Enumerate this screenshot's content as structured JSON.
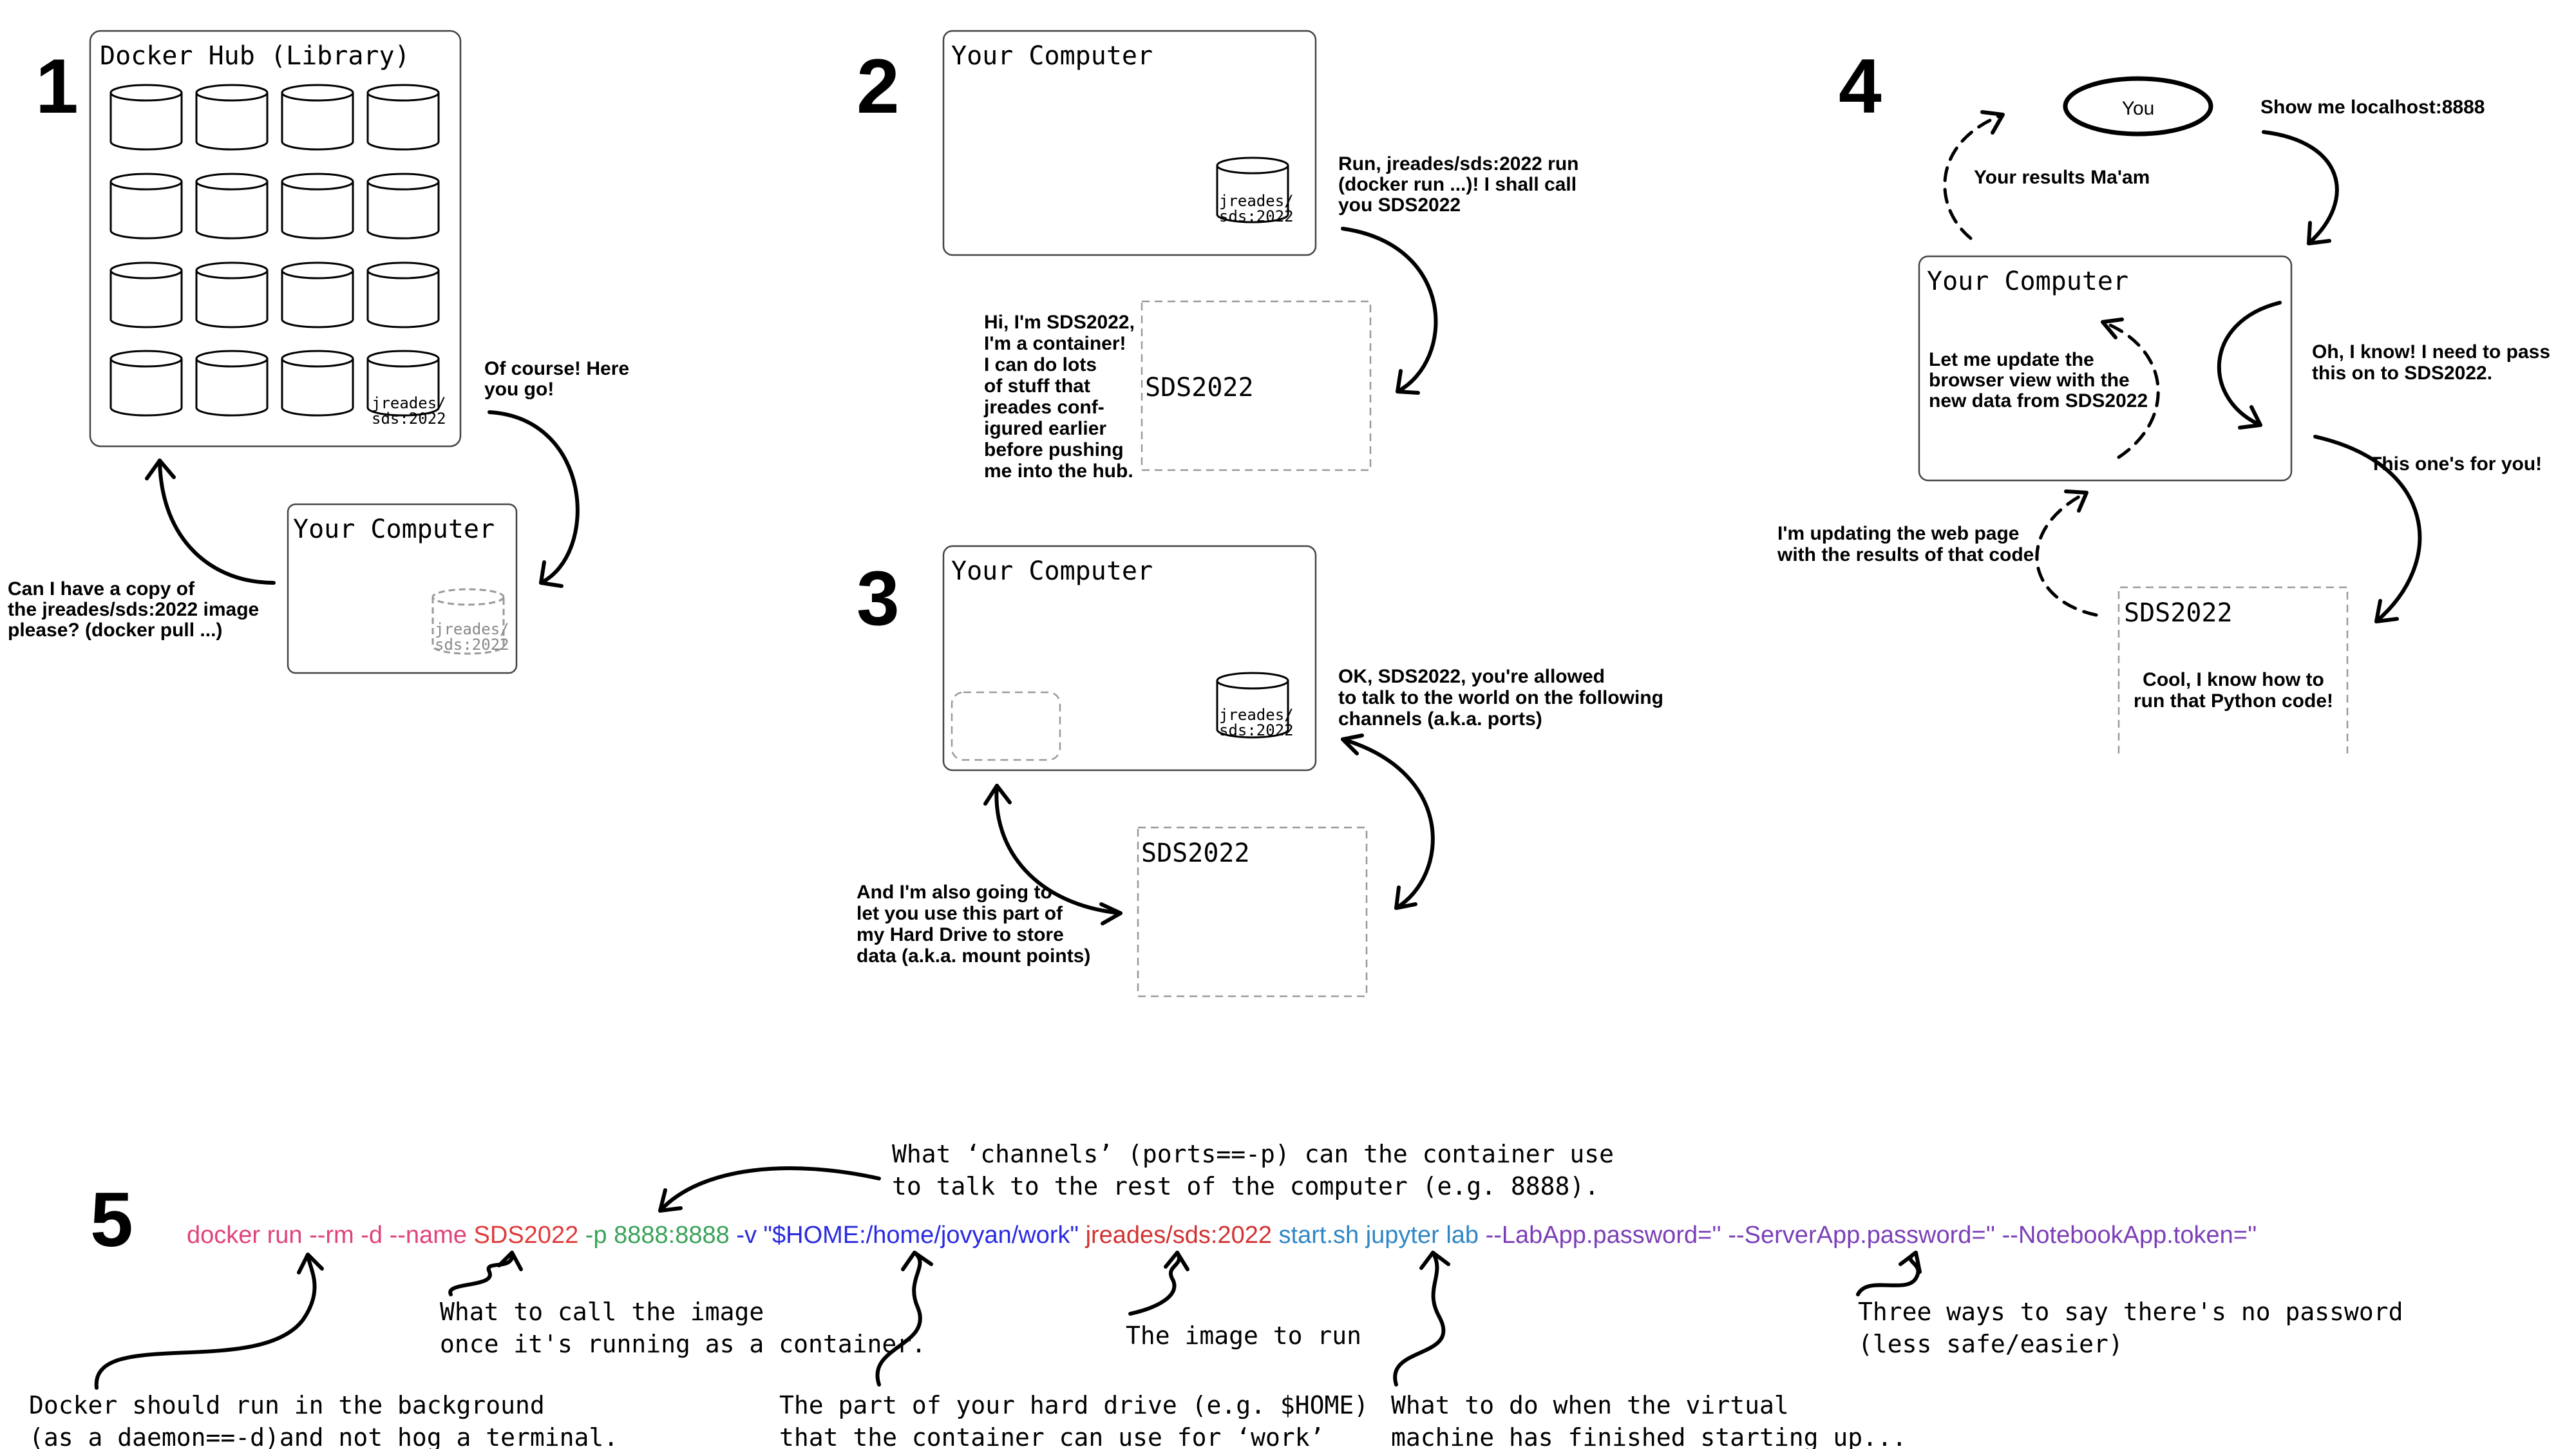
{
  "steps": {
    "s1": "1",
    "s2": "2",
    "s3": "3",
    "s4": "4",
    "s5": "5"
  },
  "panel1": {
    "hub_title": "Docker Hub (Library)",
    "hub_image_label": [
      "jreades/",
      "sds:2022"
    ],
    "computer_title": "Your Computer",
    "local_image_label": [
      "jreades/",
      "sds:2022"
    ],
    "reply": [
      "Of course! Here",
      "you go!"
    ],
    "request": [
      "Can I have a copy of",
      "the jreades/sds:2022 image",
      "please? (docker pull ...)"
    ]
  },
  "panel2": {
    "computer_title": "Your Computer",
    "image_label": [
      "jreades/",
      "sds:2022"
    ],
    "run_text": [
      "Run, jreades/sds:2022 run",
      "(docker run ...)! I shall call",
      "you SDS2022"
    ],
    "container_title": "SDS2022",
    "container_text": [
      "Hi, I'm SDS2022,",
      "I'm a container!",
      "I can do lots",
      "of stuff that",
      "jreades conf-",
      "igured earlier",
      "before pushing",
      "me into the hub."
    ]
  },
  "panel3": {
    "computer_title": "Your Computer",
    "image_label": [
      "jreades/",
      "sds:2022"
    ],
    "ports_text": [
      "OK, SDS2022, you're allowed",
      "to talk to the world on the following",
      "channels (a.k.a. ports)"
    ],
    "container_title": "SDS2022",
    "mount_text": [
      "And I'm also going to",
      "let you use this part of",
      "my Hard Drive to store",
      "data (a.k.a. mount points)"
    ]
  },
  "panel4": {
    "you_label": "You",
    "show_text": "Show me localhost:8888",
    "results_text": "Your results Ma'am",
    "computer_title": "Your Computer",
    "update_text": [
      "Let me update the",
      "browser view with the",
      "new data from SDS2022"
    ],
    "pass_text": [
      "Oh, I know! I need to pass",
      "this on to SDS2022."
    ],
    "for_you_text": "This one's for you!",
    "updating_text": [
      "I'm updating the web page",
      "with the results of that code"
    ],
    "container_title": "SDS2022",
    "python_text": [
      "Cool, I know how to",
      "run that Python code!"
    ]
  },
  "panel5": {
    "command": [
      {
        "text": "docker run --rm -d --name ",
        "color": "#e0427c"
      },
      {
        "text": "SDS2022 ",
        "color": "#e03a3a"
      },
      {
        "text": "-p 8888:8888 ",
        "color": "#3aa35a"
      },
      {
        "text": "-v \"$HOME:/home/jovyan/work\" ",
        "color": "#2a2ae0"
      },
      {
        "text": "jreades/sds:2022 ",
        "color": "#d23232"
      },
      {
        "text": "start.sh jupyter lab ",
        "color": "#2f86c4"
      },
      {
        "text": "--LabApp.password='' --ServerApp.password='' --NotebookApp.token=''",
        "color": "#7b3fb8"
      }
    ],
    "ann_channels": [
      "What ‘channels’ (ports==-p) can the container use",
      "to talk to the rest of the computer (e.g. 8888)."
    ],
    "ann_name": [
      "What to call the image",
      "once it's running as a container."
    ],
    "ann_image": "The image to run",
    "ann_passwords": [
      "Three ways to say there's no password",
      "(less safe/easier)"
    ],
    "ann_daemon": [
      "Docker should run in the background",
      "(as a daemon==-d)and not hog a terminal."
    ],
    "ann_drive": [
      "The part of your hard drive (e.g. $HOME)",
      "that the container can use for ‘work’"
    ],
    "ann_startup": [
      "What to do when the virtual",
      "machine has finished starting up..."
    ]
  }
}
